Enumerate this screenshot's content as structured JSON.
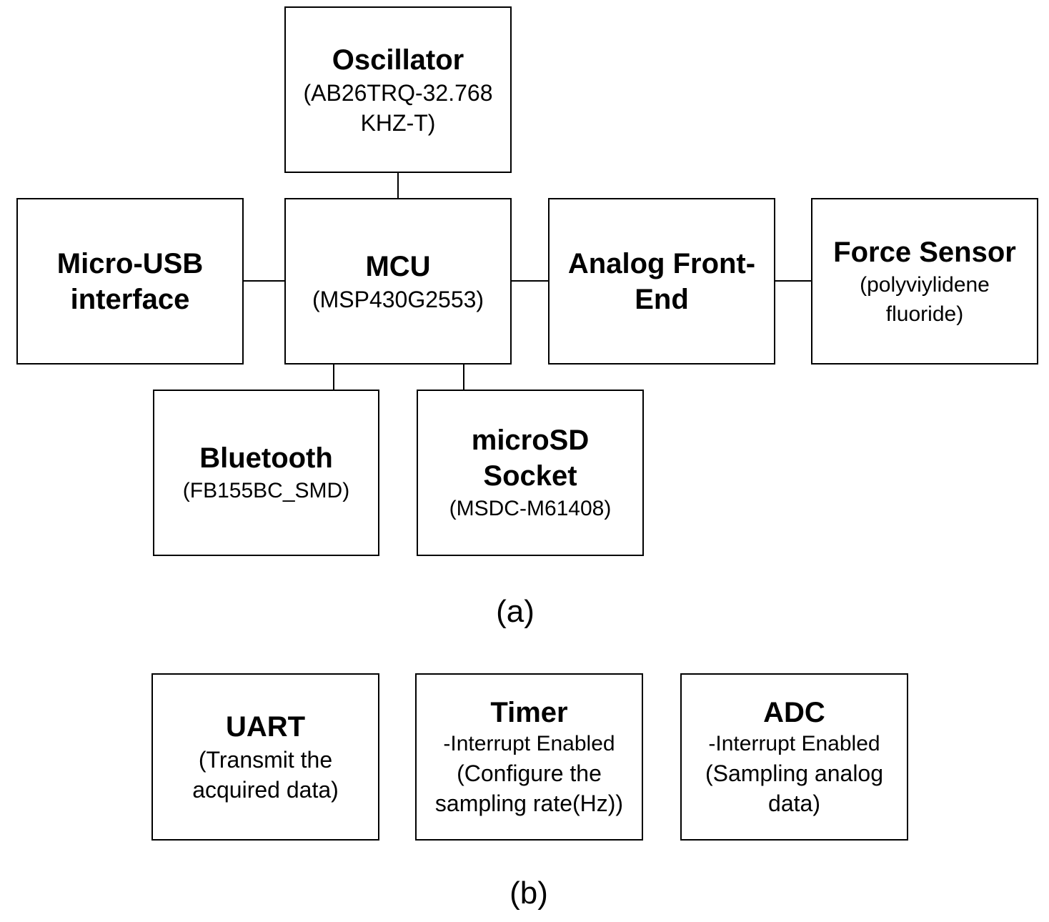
{
  "diagram_a": {
    "caption": "(a)",
    "oscillator": {
      "title": "Oscillator",
      "detail": "(AB26TRQ-32.768 KHZ-T)"
    },
    "micro_usb": {
      "title": "Micro-USB interface"
    },
    "mcu": {
      "title": "MCU",
      "detail": "(MSP430G2553)"
    },
    "analog_front_end": {
      "title": "Analog Front-End"
    },
    "force_sensor": {
      "title": "Force Sensor",
      "detail": "(polyviylidene fluoride)"
    },
    "bluetooth": {
      "title": "Bluetooth",
      "detail": "(FB155BC_SMD)"
    },
    "microsd": {
      "title": "microSD Socket",
      "detail": "(MSDC-M61408)"
    }
  },
  "diagram_b": {
    "caption": "(b)",
    "uart": {
      "title": "UART",
      "detail": "(Transmit the acquired data)"
    },
    "timer": {
      "title": "Timer",
      "note": "-Interrupt Enabled",
      "detail": "(Configure the sampling rate(Hz))"
    },
    "adc": {
      "title": "ADC",
      "note": "-Interrupt Enabled",
      "detail": "(Sampling analog data)"
    }
  }
}
